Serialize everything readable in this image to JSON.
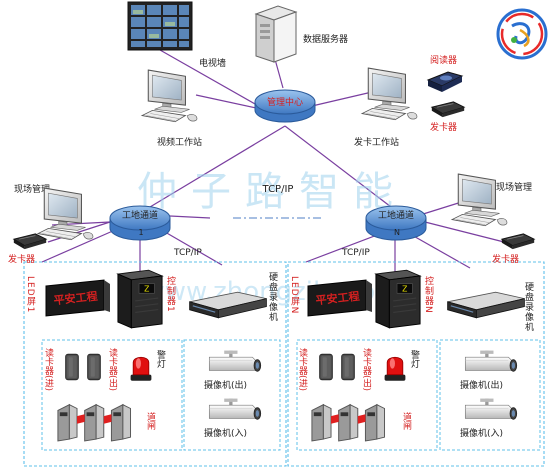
{
  "labels": {
    "tv_wall": "电视墙",
    "data_server": "数据服务器",
    "management_center": "管理中心",
    "reader": "阅读器",
    "card_issuer_top": "发卡器",
    "video_workstation": "视频工作站",
    "card_workstation": "发卡工作站",
    "site_mgmt_left": "现场管理",
    "site_mgmt_right": "现场管理",
    "tcp_ip_center": "TCP/IP",
    "watermark_cn": "仲子路智能",
    "watermark_url": "www.zhongzilu.com",
    "site_channel_left_1": "工地通道",
    "site_channel_left_2": "1",
    "site_channel_right_1": "工地通道",
    "site_channel_right_2": "N",
    "card_issuer_left": "发卡器",
    "card_issuer_right": "发卡器",
    "tcp_ip_left": "TCP/IP",
    "tcp_ip_right": "TCP/IP",
    "led_screen_1": "LED屏1",
    "led_screen_n": "LED屏N",
    "led_sign_text": "平安工程",
    "controller_1": "控制器1",
    "controller_n": "控制器N",
    "dvr_left": "硬盘录像机",
    "dvr_right": "硬盘录像机",
    "card_reader_in": "读卡器(进)",
    "card_reader_out": "读卡器(出)",
    "alarm_light": "警灯",
    "turnstile": "道闸",
    "camera_out": "摄像机(出)",
    "camera_in": "摄像机(入)"
  },
  "colors": {
    "network_line": "#7a3fa0",
    "node_fill": "#5a8fd0",
    "label_red": "#d42020",
    "zone_border": "#5fc0ea",
    "watermark": "#9fd2ee"
  },
  "icons": {
    "logo": "zhongzilu-logo",
    "server": "server-tower-icon",
    "workstation": "desktop-computer-icon",
    "camera": "bullet-camera-icon"
  }
}
